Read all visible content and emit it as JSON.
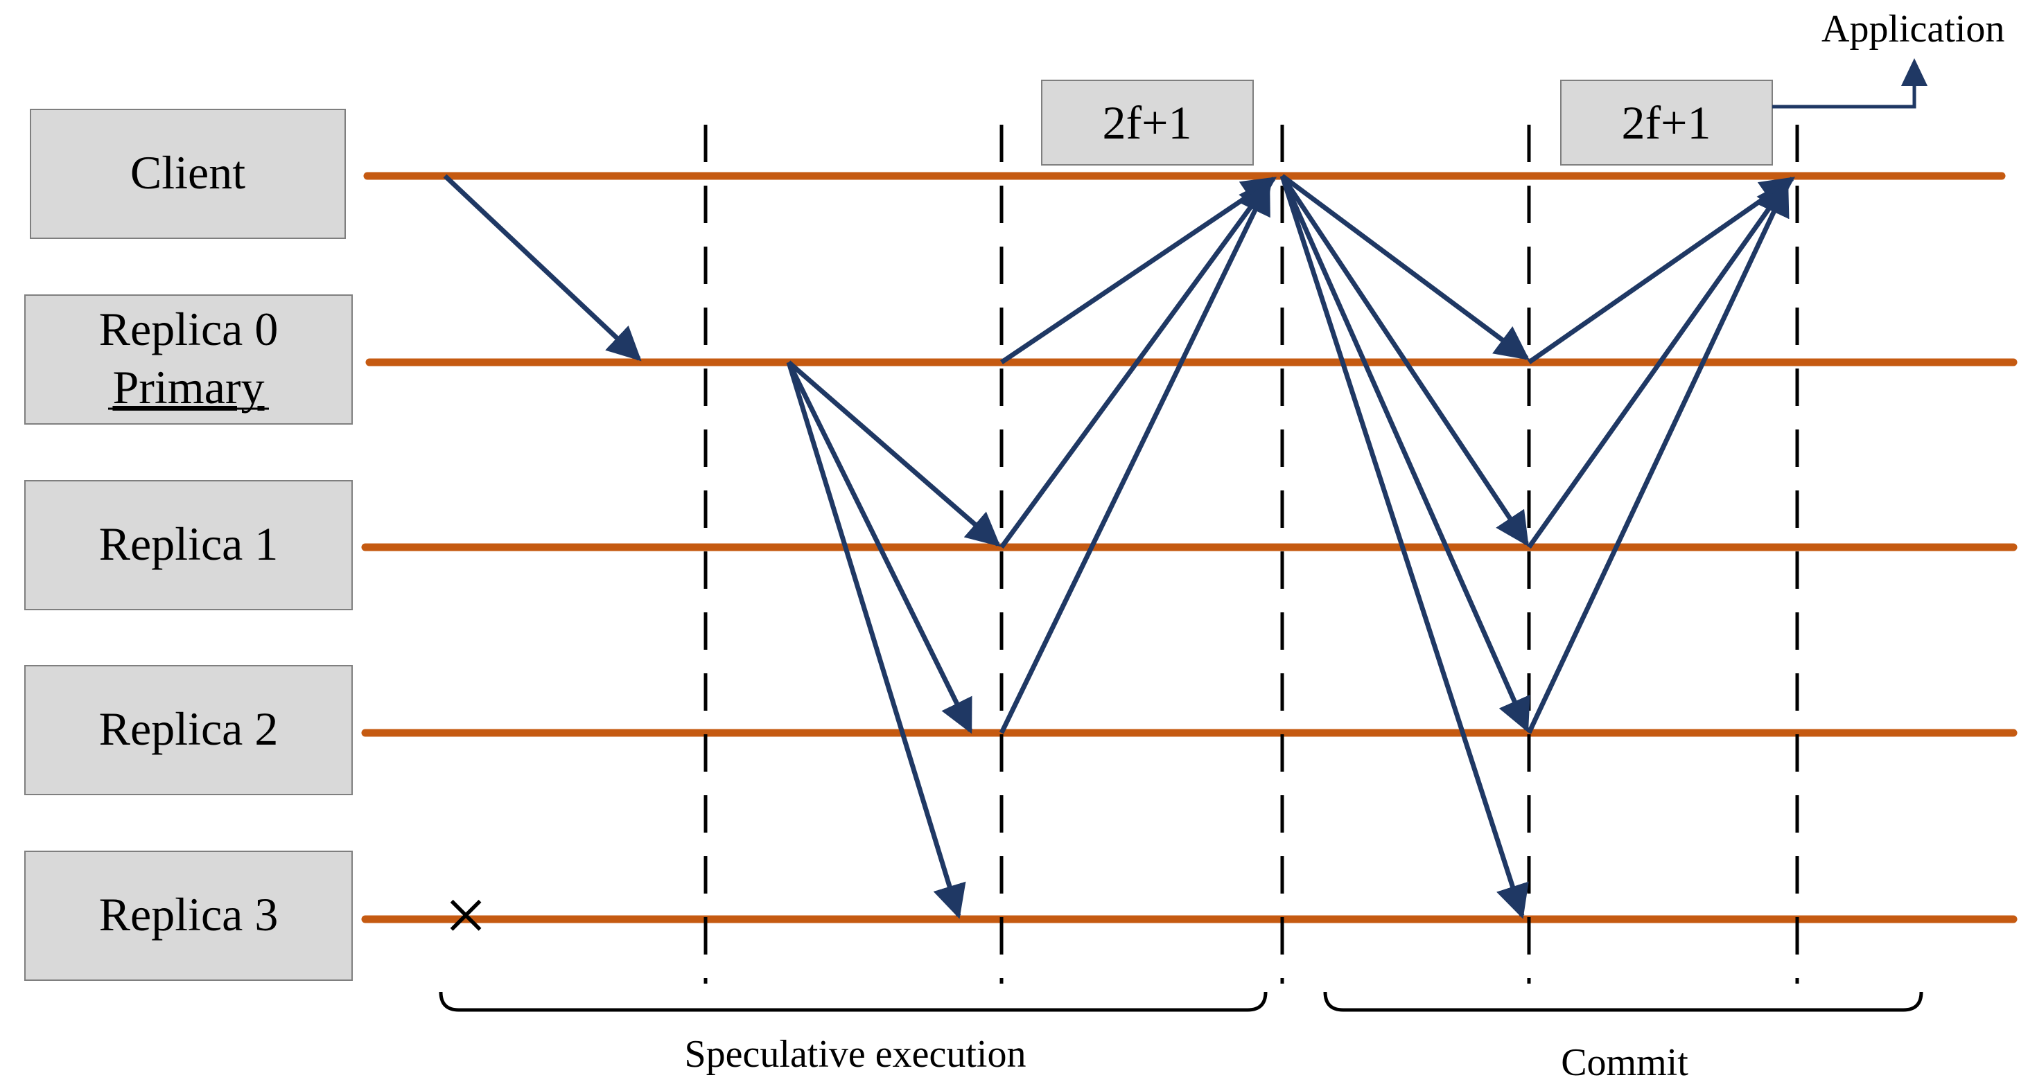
{
  "nodes": [
    {
      "id": "client",
      "label": "Client",
      "sublabel": ""
    },
    {
      "id": "replica0",
      "label": "Replica 0",
      "sublabel": "Primary"
    },
    {
      "id": "replica1",
      "label": "Replica 1",
      "sublabel": ""
    },
    {
      "id": "replica2",
      "label": "Replica 2",
      "sublabel": ""
    },
    {
      "id": "replica3",
      "label": "Replica 3",
      "sublabel": ""
    }
  ],
  "quorum_boxes": [
    {
      "label": "2f+1"
    },
    {
      "label": "2f+1"
    }
  ],
  "output_label": "Application",
  "phases": [
    {
      "label": "Speculative execution"
    },
    {
      "label": "Commit"
    }
  ],
  "failed_node": "replica3",
  "failure_mark": "×",
  "colors": {
    "timeline": "#C55A11",
    "message": "#1F3864",
    "box_fill": "#D9D9D9",
    "box_border": "#7F7F7F",
    "divider": "#000000"
  }
}
